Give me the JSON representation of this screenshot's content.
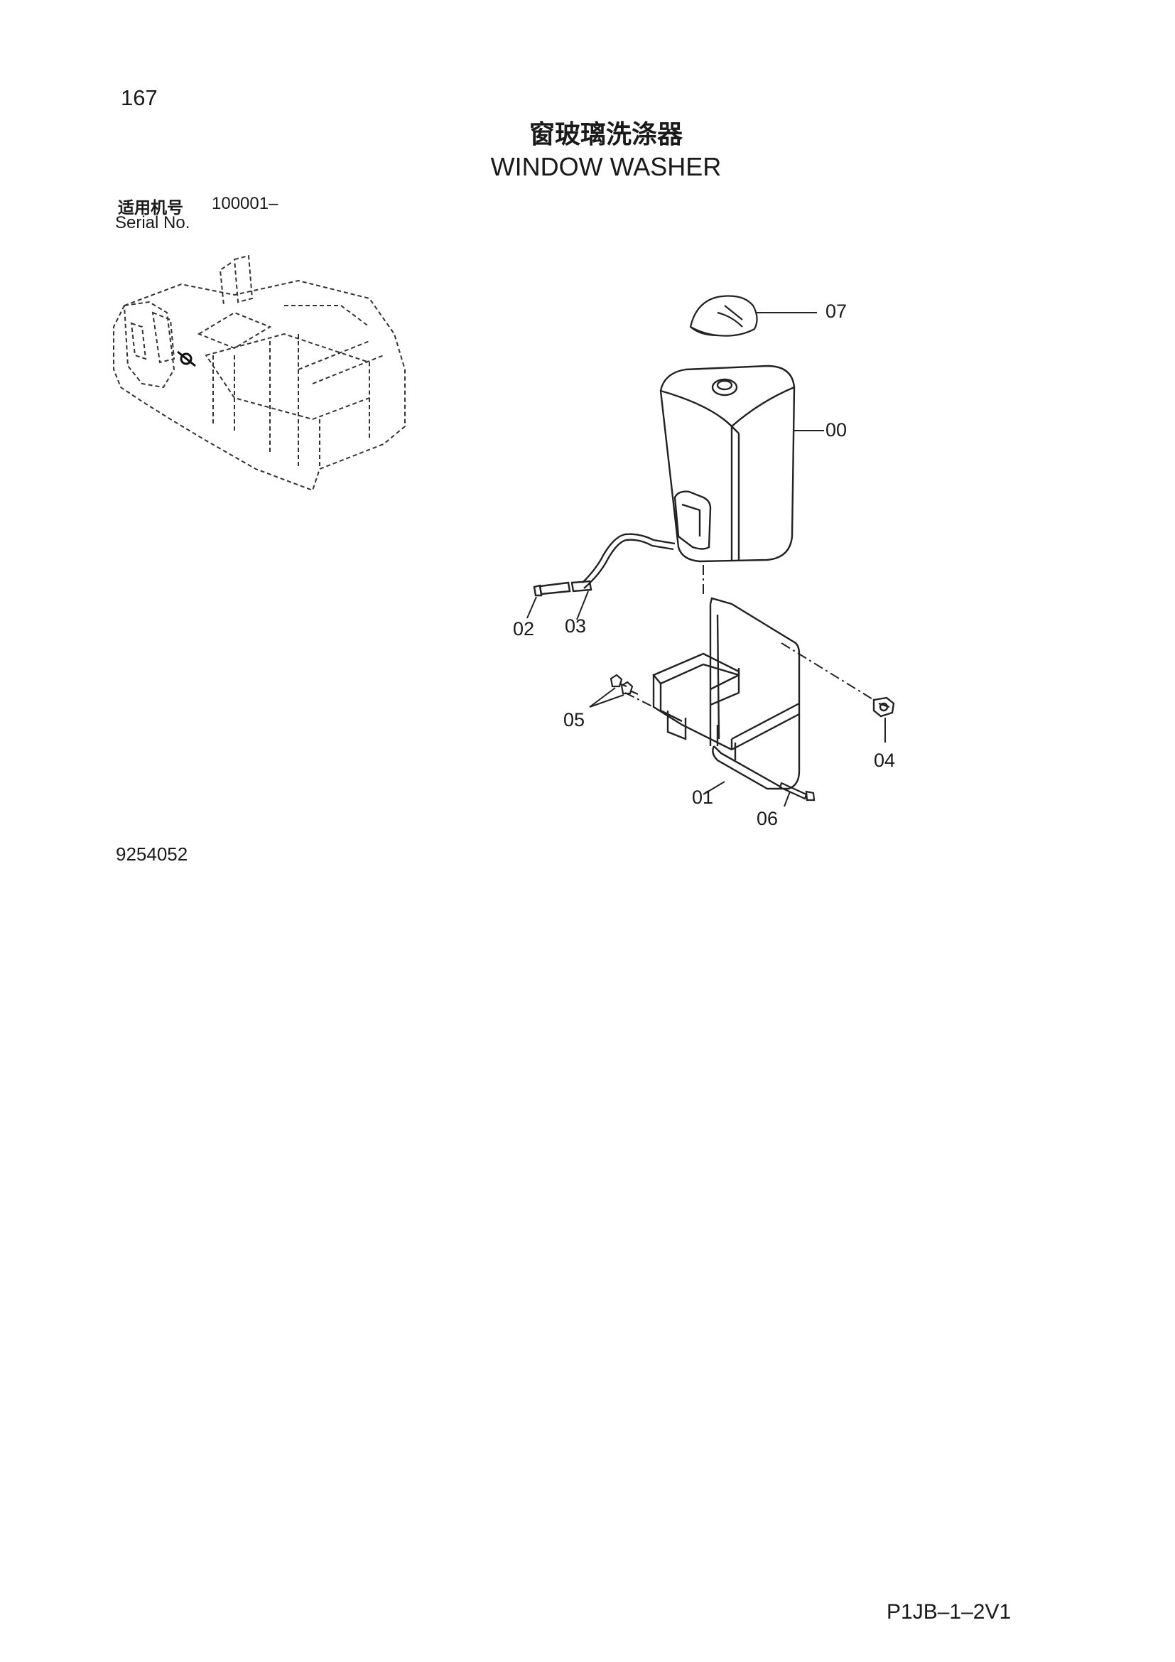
{
  "header": {
    "page_number": "167",
    "title_cn": "窗玻璃洗涤器",
    "title_en": "WINDOW WASHER",
    "serial_label_cn": "适用机号",
    "serial_value": "100001–",
    "serial_label_en": "Serial No."
  },
  "callouts": {
    "p00": "00",
    "p01": "01",
    "p02": "02",
    "p03": "03",
    "p04": "04",
    "p05": "05",
    "p06": "06",
    "p07": "07"
  },
  "footer": {
    "drawing_number": "9254052",
    "page_code": "P1JB–1–2V1"
  }
}
